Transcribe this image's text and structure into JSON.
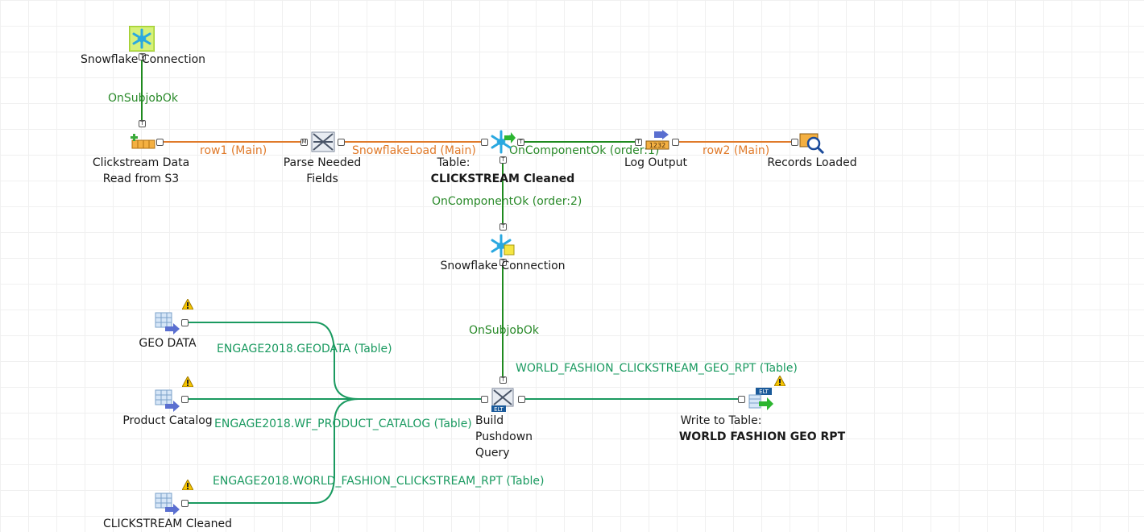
{
  "components": {
    "snowflake_conn_1": {
      "label": "Snowflake Connection"
    },
    "clickstream_read": {
      "line1": "Clickstream Data",
      "line2": "Read from S3"
    },
    "parse_fields": {
      "line1": "Parse Needed",
      "line2": "Fields"
    },
    "table_output": {
      "line1": "Table:",
      "line2": "CLICKSTREAM Cleaned"
    },
    "log_output": {
      "label": "Log Output"
    },
    "records_loaded": {
      "label": "Records Loaded"
    },
    "snowflake_conn_2": {
      "label": "Snowflake Connection"
    },
    "geo_data": {
      "label": "GEO DATA"
    },
    "product_catalog": {
      "label": "Product Catalog"
    },
    "clickstream_cleaned": {
      "label": "CLICKSTREAM Cleaned"
    },
    "build_query": {
      "line1": "Build",
      "line2": "Pushdown",
      "line3": "Query"
    },
    "write_table": {
      "line1": "Write to Table:",
      "line2": "WORLD FASHION GEO RPT"
    }
  },
  "links": {
    "subjob_ok_1": "OnSubjobOk",
    "row1": "row1 (Main)",
    "snowflake_load": "SnowflakeLoad (Main)",
    "component_ok_1": "OnComponentOk (order:1)",
    "row2": "row2 (Main)",
    "component_ok_2": "OnComponentOk (order:2)",
    "subjob_ok_2": "OnSubjobOk",
    "geodata_table": "ENGAGE2018.GEODATA (Table)",
    "product_catalog_table": "ENGAGE2018.WF_PRODUCT_CATALOG (Table)",
    "clickstream_rpt_table": "ENGAGE2018.WORLD_FASHION_CLICKSTREAM_RPT (Table)",
    "geo_rpt_table": "WORLD_FASHION_CLICKSTREAM_GEO_RPT (Table)"
  },
  "icons": {
    "snowflake": "snowflake-icon",
    "warning": "warning-icon",
    "elt": "ELT"
  },
  "colors": {
    "main_flow": "#e07a2a",
    "trigger": "#1f8a1f",
    "elt_flow": "#1a9a60"
  }
}
